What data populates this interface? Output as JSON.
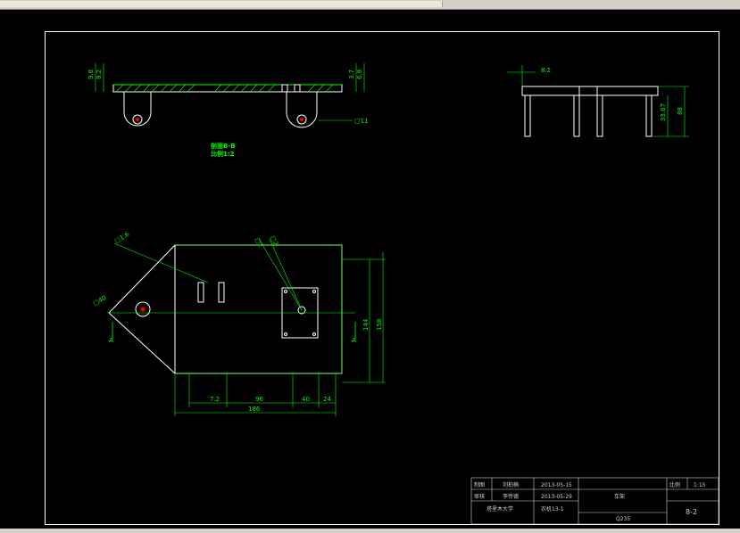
{
  "title_block": {
    "drawn_label": "制图",
    "drawn_name": "刘柏楠",
    "drawn_date": "2013-05-15",
    "checked_label": "审核",
    "checked_name": "李传德",
    "checked_date": "2013-05-29",
    "org": "塔里木大学",
    "class": "农机13-1",
    "part_name": "车架",
    "material": "Q235",
    "scale_label": "比例",
    "scale_value": "1:15",
    "drawing_no": "8-2"
  },
  "annotations": {
    "section_label": "剖面B-B",
    "section_scale": "比例1:2",
    "dim_186": "186",
    "dim_96": "96",
    "dim_40": "40",
    "dim_24": "24",
    "dim_72": "7.2",
    "dim_144": "144",
    "dim_158": "158",
    "dim_r6": "□1.6",
    "dim_r2a": "□2",
    "dim_r2b": "□2",
    "dim_r40": "□40",
    "dim_r11": "□11",
    "dim_side_h": "88",
    "dim_side_h2": "33.67",
    "dim_side_t": "8.2",
    "dim_top_1": "9.8",
    "dim_top_2": "8.2",
    "dim_top_3": "3.7",
    "dim_top_4": "6.9",
    "arrow_a1": "A",
    "arrow_a2": "A"
  },
  "colors": {
    "background": "#000000",
    "lines": "#ffffff",
    "dimensions": "#00ff00",
    "hatch": "#00ff00",
    "center": "#ff0000"
  }
}
